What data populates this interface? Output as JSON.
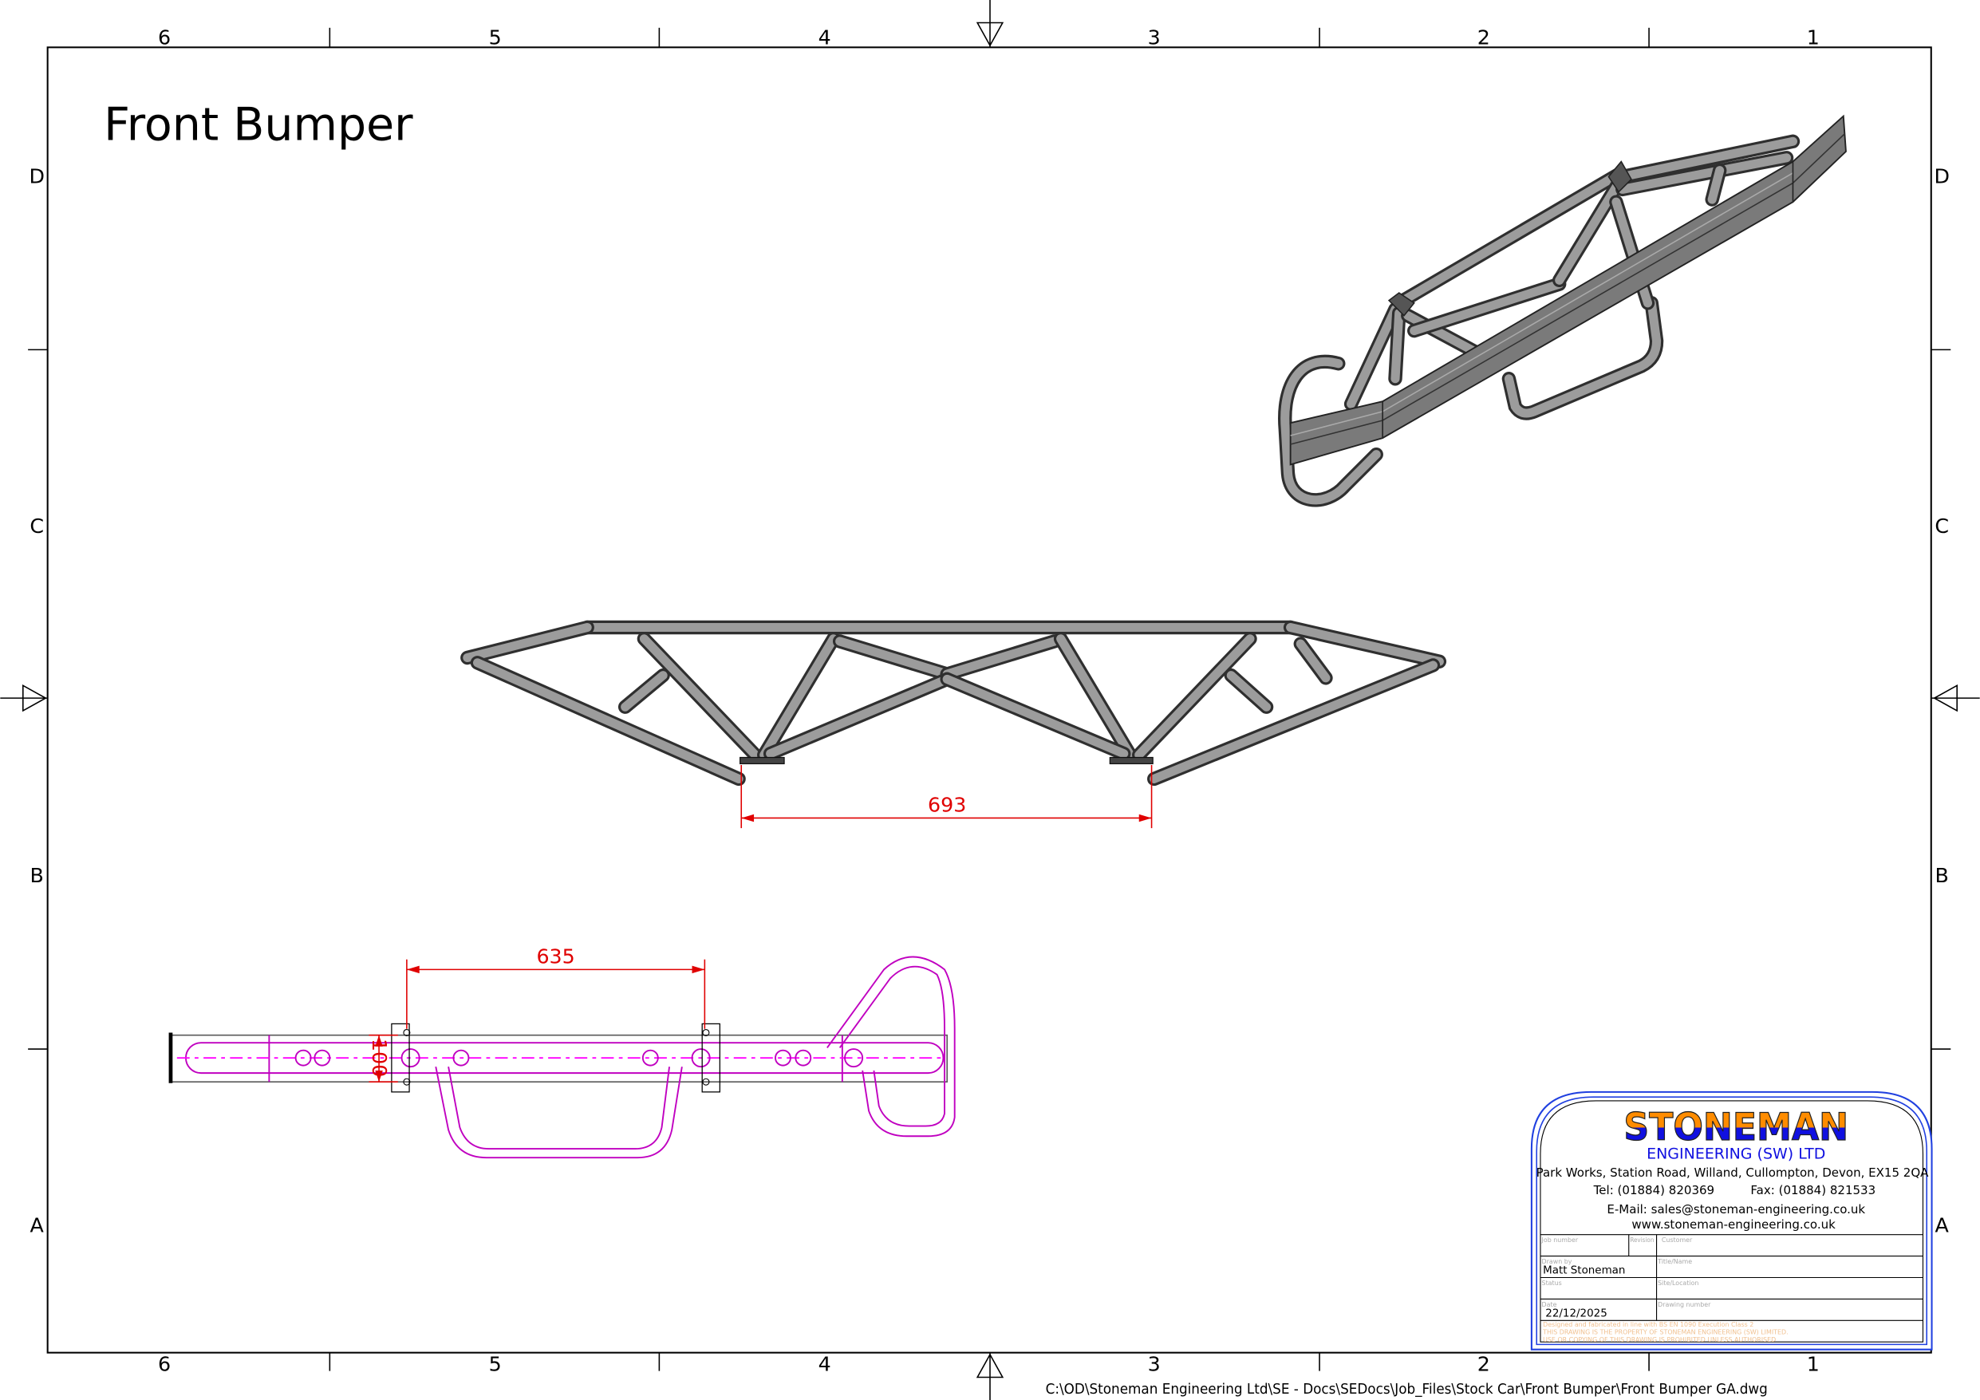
{
  "drawing": {
    "title": "Front Bumper",
    "file_path": "C:\\OD\\Stoneman Engineering Ltd\\SE - Docs\\SEDocs\\Job_Files\\Stock Car\\Front Bumper\\Front Bumper GA.dwg"
  },
  "zones": {
    "columns": [
      "6",
      "5",
      "4",
      "3",
      "2",
      "1"
    ],
    "rows": [
      "D",
      "C",
      "B",
      "A"
    ]
  },
  "dimensions": {
    "front_view_span": "693",
    "plan_view_span": "635",
    "plan_view_width": "100"
  },
  "title_block": {
    "logo_text": "STONEMAN",
    "company": "ENGINEERING (SW) LTD",
    "address": "Park Works, Station Road, Willand, Cullompton, Devon, EX15 2QA",
    "tel": "Tel: (01884) 820369",
    "fax": "Fax: (01884) 821533",
    "email": "E-Mail: sales@stoneman-engineering.co.uk",
    "website": "www.stoneman-engineering.co.uk",
    "fields": {
      "job_number_label": "Job number",
      "revision_label": "Revision",
      "customer_label": "Customer",
      "drawn_by_label": "Drawn by",
      "drawn_by_value": "Matt Stoneman",
      "title_label": "Title/Name",
      "status_label": "Status",
      "site_label": "Site/Location",
      "date_label": "Date",
      "date_value": "22/12/2025",
      "drawing_number_label": "Drawing number"
    },
    "notes": [
      "Designed and fabricated in line with BS EN 1090 Execution Class 2",
      "THIS DRAWING IS THE PROPERTY OF STONEMAN ENGINEERING (SW) LIMITED.",
      "USE OR COPYING OF THIS DRAWING IS PROHIBITED UNLESS AUTHORISED"
    ]
  },
  "colors": {
    "dimension": "#e00000",
    "hidden_geometry": "#c000c0",
    "logo_orange": "#ff8c00",
    "logo_blue": "#1010e0"
  }
}
